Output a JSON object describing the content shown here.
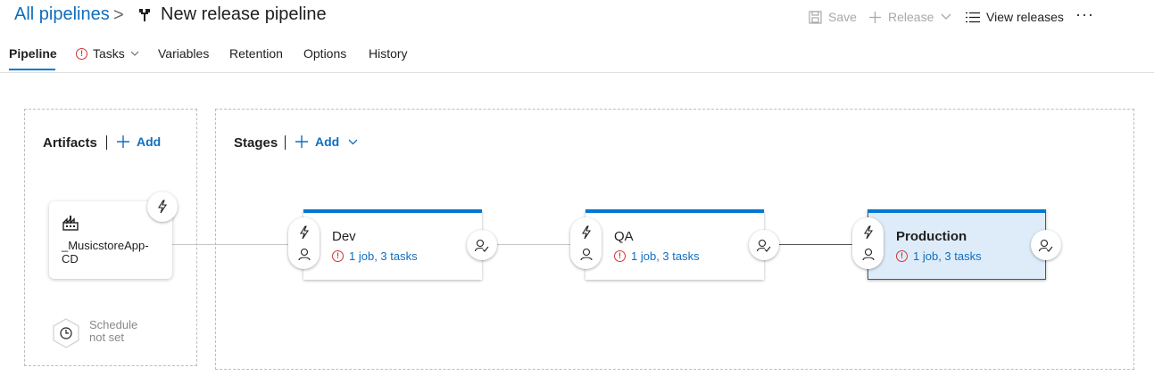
{
  "header": {
    "breadcrumb": "All pipelines",
    "breadcrumb_chevron": ">",
    "title": "New release pipeline",
    "toolbar": {
      "save_label": "Save",
      "release_label": "Release",
      "view_releases_label": "View releases",
      "more": "···"
    }
  },
  "tabs": [
    {
      "label": "Pipeline",
      "active": true
    },
    {
      "label": "Tasks",
      "has_error": true
    },
    {
      "label": "Variables"
    },
    {
      "label": "Retention"
    },
    {
      "label": "Options"
    },
    {
      "label": "History"
    }
  ],
  "artifacts": {
    "title": "Artifacts",
    "add_label": "Add",
    "artifact_name": "_MusicstoreApp-CD",
    "schedule_line1": "Schedule",
    "schedule_line2": "not set"
  },
  "stages": {
    "title": "Stages",
    "add_label": "Add",
    "items": [
      {
        "name": "Dev",
        "tasks": "1 job, 3 tasks"
      },
      {
        "name": "QA",
        "tasks": "1 job, 3 tasks"
      },
      {
        "name": "Production",
        "tasks": "1 job, 3 tasks",
        "selected": true
      }
    ]
  },
  "colors": {
    "accent": "#0078d4",
    "link": "#106ebe",
    "error": "#d13438",
    "selected_stage_bg": "#deecf9"
  }
}
